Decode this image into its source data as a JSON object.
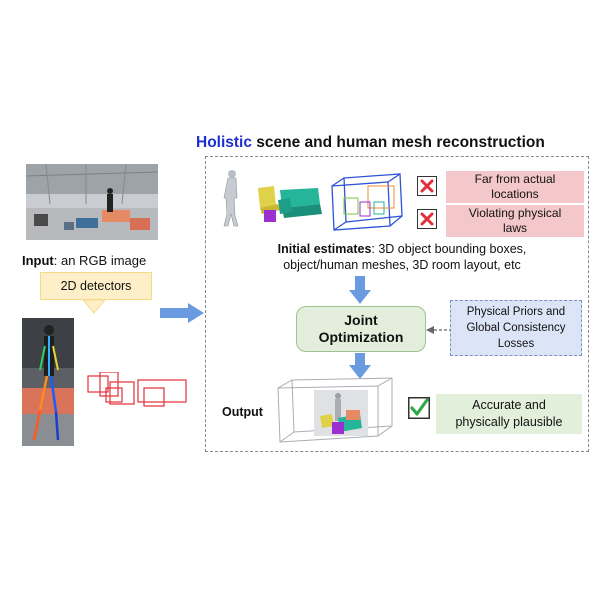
{
  "title": {
    "highlight": "Holistic",
    "rest": " scene and human mesh reconstruction"
  },
  "input": {
    "bold": "Input",
    "rest": ": an RGB image"
  },
  "detectors_label": "2D detectors",
  "initial_estimates": {
    "bold": "Initial estimates",
    "line1_rest": ": 3D object bounding boxes,",
    "line2": "object/human meshes, 3D room layout, etc"
  },
  "failures": [
    {
      "line1": "Far from actual",
      "line2": "locations"
    },
    {
      "line1": "Violating physical",
      "line2": "laws"
    }
  ],
  "joint": {
    "line1": "Joint",
    "line2": "Optimization"
  },
  "priors": {
    "line1": "Physical Priors and",
    "line2": "Global Consistency",
    "line3": "Losses"
  },
  "output_label": "Output",
  "success": {
    "line1": "Accurate and",
    "line2": "physically plausible"
  },
  "colors": {
    "highlight": "#1f2fd1",
    "arrow_blue": "#6a9be0",
    "pink": "#f4c7cb",
    "green": "#e2efda",
    "priors_blue": "#dbe5f7",
    "detector_yellow": "#fdf0c8",
    "bbox_red": "#e0303a",
    "check_green": "#2fa84a"
  }
}
